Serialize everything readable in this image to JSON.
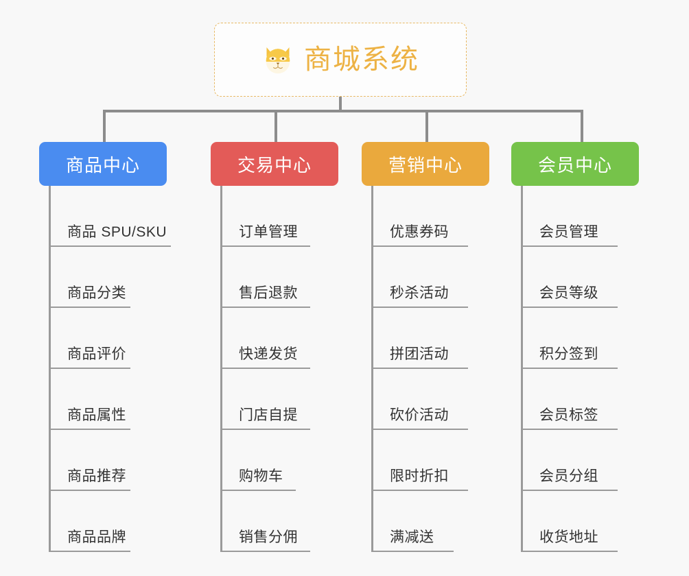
{
  "root": {
    "title": "商城系统",
    "icon": "shiba-dog-icon",
    "border_color": "#e8b964",
    "text_color": "#edb244",
    "background": "#fdfdfd"
  },
  "canvas": {
    "background": "#f8f8f8",
    "connector_color": "#8c8c8c"
  },
  "columns": [
    {
      "title": "商品中心",
      "color": "#4a8cf0",
      "items": [
        {
          "label": "商品 SPU/SKU"
        },
        {
          "label": "商品分类"
        },
        {
          "label": "商品评价"
        },
        {
          "label": "商品属性"
        },
        {
          "label": "商品推荐"
        },
        {
          "label": "商品品牌"
        }
      ]
    },
    {
      "title": "交易中心",
      "color": "#e35b58",
      "items": [
        {
          "label": "订单管理"
        },
        {
          "label": "售后退款"
        },
        {
          "label": "快递发货"
        },
        {
          "label": "门店自提"
        },
        {
          "label": "购物车"
        },
        {
          "label": "销售分佣"
        }
      ]
    },
    {
      "title": "营销中心",
      "color": "#eaa93d",
      "items": [
        {
          "label": "优惠券码"
        },
        {
          "label": "秒杀活动"
        },
        {
          "label": "拼团活动"
        },
        {
          "label": "砍价活动"
        },
        {
          "label": "限时折扣"
        },
        {
          "label": "满减送"
        }
      ]
    },
    {
      "title": "会员中心",
      "color": "#76c34a",
      "items": [
        {
          "label": "会员管理"
        },
        {
          "label": "会员等级"
        },
        {
          "label": "积分签到"
        },
        {
          "label": "会员标签"
        },
        {
          "label": "会员分组"
        },
        {
          "label": "收货地址"
        }
      ]
    }
  ]
}
